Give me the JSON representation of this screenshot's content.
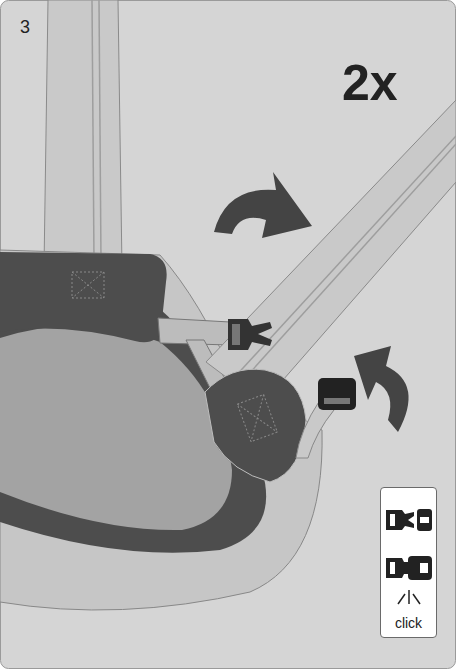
{
  "diagram": {
    "nodes": [
      {
        "text": [
          "click"
        ]
      }
    ],
    "labels": [
      "3",
      "2x"
    ]
  }
}
